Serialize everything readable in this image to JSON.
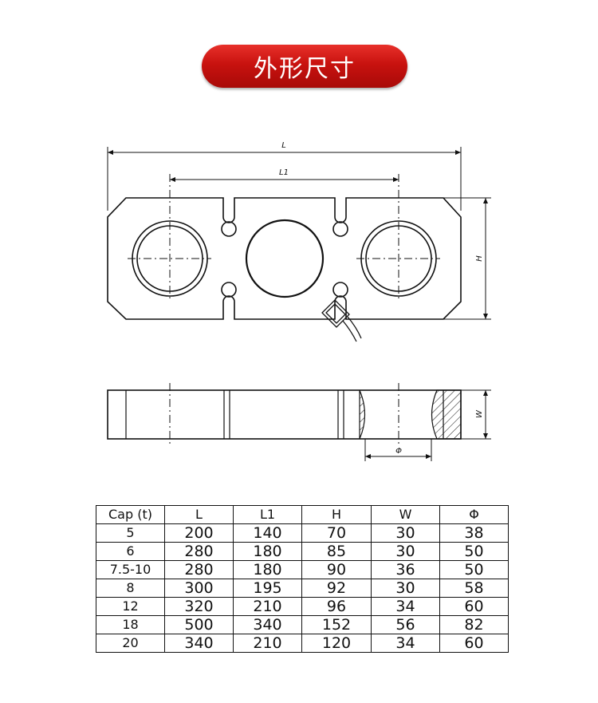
{
  "title": "外形尺寸",
  "dimensions": {
    "L": "L",
    "L1": "L1",
    "H": "H",
    "W": "W",
    "phi": "Φ"
  },
  "table": {
    "headers": [
      "Cap (t)",
      "L",
      "L1",
      "H",
      "W",
      "Φ"
    ],
    "rows": [
      [
        "5",
        "200",
        "140",
        "70",
        "30",
        "38"
      ],
      [
        "6",
        "280",
        "180",
        "85",
        "30",
        "50"
      ],
      [
        "7.5-10",
        "280",
        "180",
        "90",
        "36",
        "50"
      ],
      [
        "8",
        "300",
        "195",
        "92",
        "30",
        "58"
      ],
      [
        "12",
        "320",
        "210",
        "96",
        "34",
        "60"
      ],
      [
        "18",
        "500",
        "340",
        "152",
        "56",
        "82"
      ],
      [
        "20",
        "340",
        "210",
        "120",
        "34",
        "60"
      ]
    ]
  }
}
